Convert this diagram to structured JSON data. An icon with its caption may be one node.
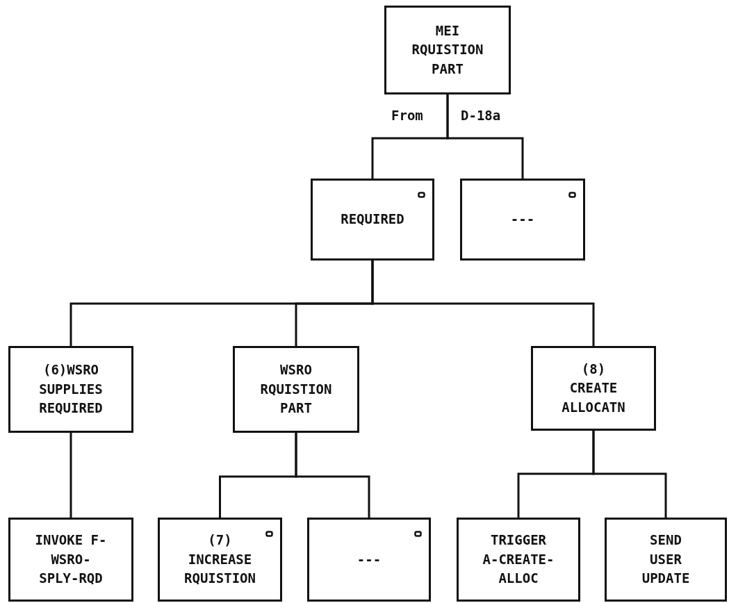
{
  "diagram": {
    "nodes": [
      {
        "text": [
          "MEI RQUISTION PART"
        ]
      },
      {
        "text": [
          "REQUIRED"
        ]
      },
      {
        "text": [
          "---"
        ]
      },
      {
        "text": [
          "(6)WSRO SUPPLIES REQUIRED"
        ]
      },
      {
        "text": [
          "WSRO RQUISTION PART"
        ]
      },
      {
        "text": [
          "(8) CREATE ALLOCATN"
        ]
      },
      {
        "text": [
          "INVOKE F-WSRO-SPLY-RQD"
        ]
      },
      {
        "text": [
          "(7) INCREASE RQUISTION"
        ]
      },
      {
        "text": [
          "---"
        ]
      },
      {
        "text": [
          "TRIGGER A-CREATE-ALLOC"
        ]
      },
      {
        "text": [
          "SEND USER UPDATE"
        ]
      }
    ],
    "edges": [
      {
        "from": 0,
        "to": 1,
        "arrow": "none"
      },
      {
        "from": 0,
        "to": 2,
        "arrow": "none"
      },
      {
        "from": 1,
        "to": 3,
        "arrow": "none"
      },
      {
        "from": 1,
        "to": 4,
        "arrow": "none"
      },
      {
        "from": 1,
        "to": 5,
        "arrow": "none"
      },
      {
        "from": 3,
        "to": 6,
        "arrow": "none"
      },
      {
        "from": 4,
        "to": 7,
        "arrow": "none"
      },
      {
        "from": 4,
        "to": 8,
        "arrow": "none"
      },
      {
        "from": 5,
        "to": 9,
        "arrow": "none"
      },
      {
        "from": 5,
        "to": 10,
        "arrow": "none"
      }
    ],
    "labels": [
      "From",
      "D-18a"
    ]
  }
}
